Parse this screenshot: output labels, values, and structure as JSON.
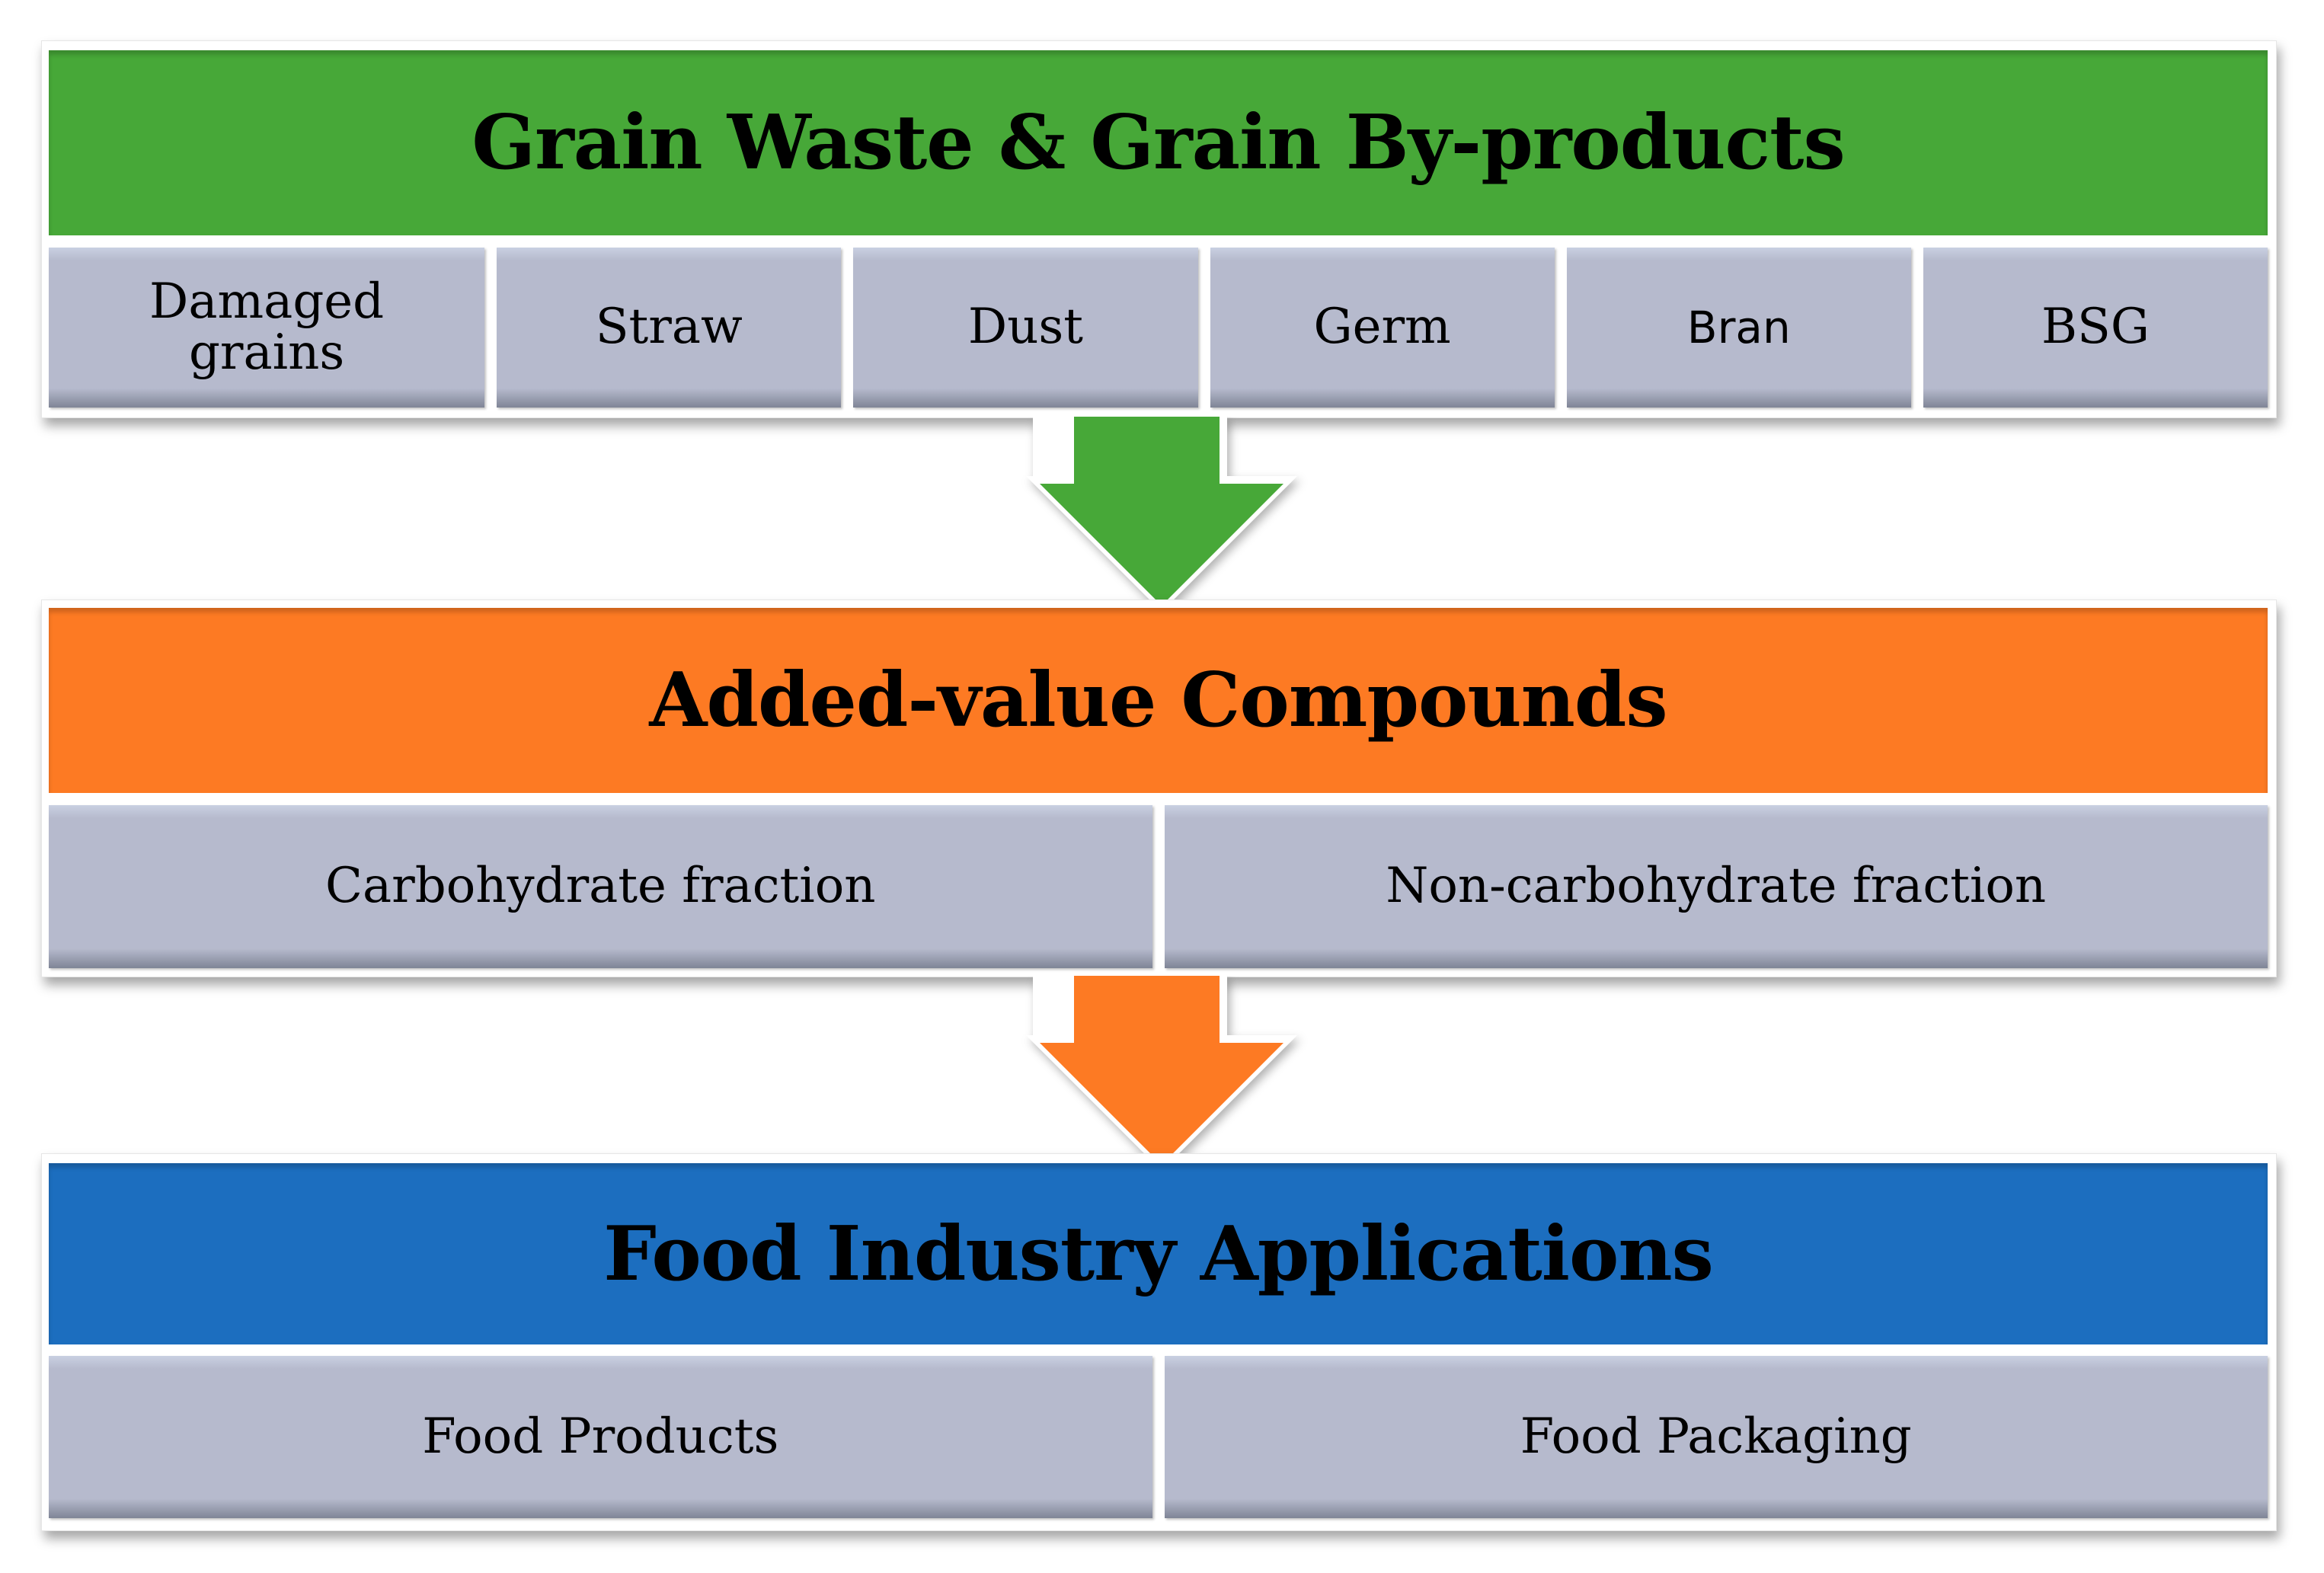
{
  "colors": {
    "stage1": "#47a838",
    "stage2": "#fd7a23",
    "stage3": "#1c6ebf",
    "cell": "#b6bacd"
  },
  "stages": [
    {
      "title": "Grain Waste & Grain By-products",
      "items": [
        "Damaged grains",
        "Straw",
        "Dust",
        "Germ",
        "Bran",
        "BSG"
      ]
    },
    {
      "title": "Added-value Compounds",
      "items": [
        "Carbohydrate fraction",
        "Non-carbohydrate fraction"
      ]
    },
    {
      "title": "Food Industry Applications",
      "items": [
        "Food Products",
        "Food Packaging"
      ]
    }
  ],
  "arrows": [
    {
      "icon": "down-arrow-icon",
      "color": "green",
      "from": "stage1",
      "to": "stage2"
    },
    {
      "icon": "down-arrow-icon",
      "color": "orange",
      "from": "stage2",
      "to": "stage3"
    }
  ]
}
